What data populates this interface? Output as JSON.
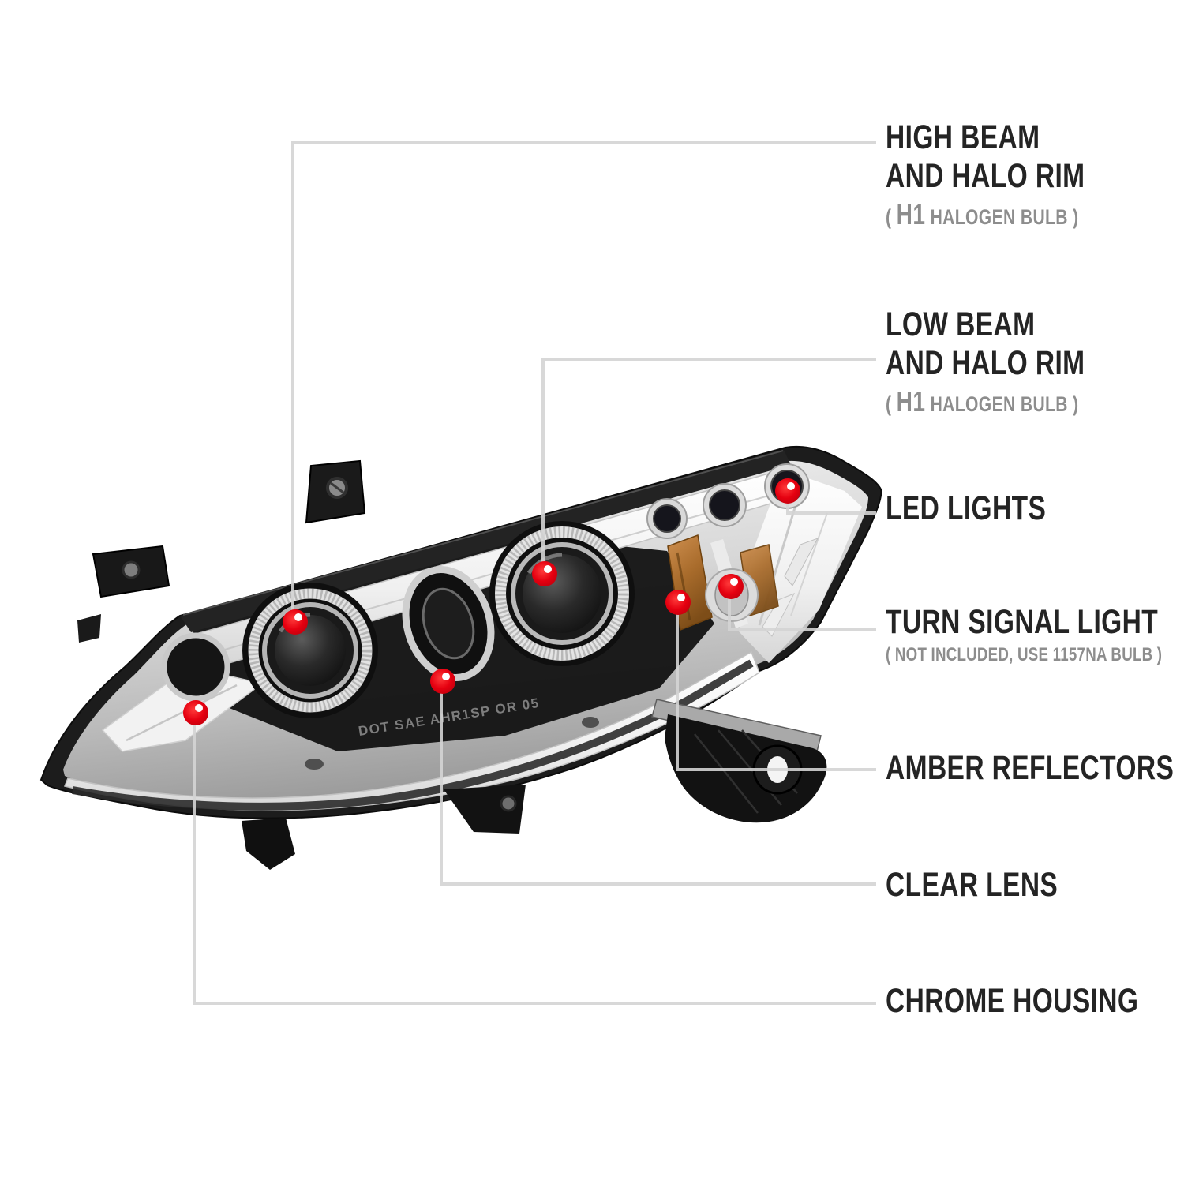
{
  "diagram": {
    "subject": "halo-projector-headlight-callout-diagram",
    "background": "#ffffff",
    "accent_red": "#e50010",
    "leader_line_color": "#d4d4d4",
    "title_text_color": "#242424",
    "subtitle_text_color": "#8d8d8d",
    "lens_marking": "DOT SAE AHR1SP OR 05"
  },
  "labels": [
    {
      "id": "high-beam",
      "line1": "HIGH BEAM",
      "line2": "AND HALO RIM",
      "sub_open": "( ",
      "sub_strong": "H1",
      "sub_rest": " HALOGEN BULB )"
    },
    {
      "id": "low-beam",
      "line1": "LOW BEAM",
      "line2": "AND HALO RIM",
      "sub_open": "( ",
      "sub_strong": "H1",
      "sub_rest": " HALOGEN BULB )"
    },
    {
      "id": "led-lights",
      "line1": "LED LIGHTS"
    },
    {
      "id": "turn-signal",
      "line1": "TURN SIGNAL LIGHT",
      "sub": "( NOT INCLUDED, USE  1157NA  BULB )"
    },
    {
      "id": "amber-reflectors",
      "line1": "AMBER REFLECTORS"
    },
    {
      "id": "clear-lens",
      "line1": "CLEAR LENS"
    },
    {
      "id": "chrome-housing",
      "line1": "CHROME HOUSING"
    }
  ]
}
